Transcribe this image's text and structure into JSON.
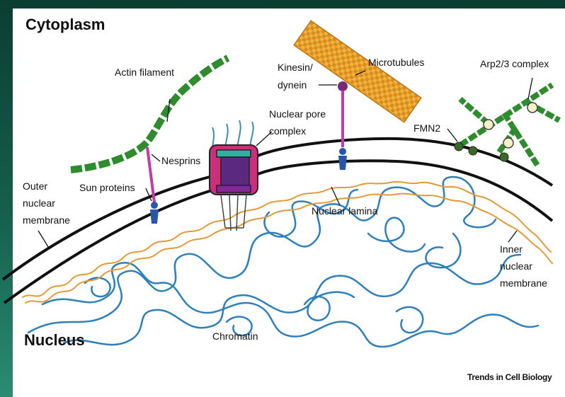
{
  "labels": {
    "cytoplasm": "Cytoplasm",
    "nucleus": "Nucleus",
    "actin_filament": "Actin filament",
    "kinesin": "Kinesin/",
    "dynein": "dynein",
    "microtubules": "Microtubules",
    "arp23": "Arp2/3 complex",
    "nuclear_pore_1": "Nuclear pore",
    "nuclear_pore_2": "complex",
    "fmn2": "FMN2",
    "nesprins": "Nesprins",
    "outer_1": "Outer",
    "outer_2": "nuclear",
    "outer_3": "membrane",
    "sun_proteins": "Sun proteins",
    "nuclear_lamina": "Nuclear lamina",
    "inner_1": "Inner",
    "inner_2": "nuclear",
    "inner_3": "membrane",
    "chromatin": "Chromatin",
    "credit": "Trends in Cell Biology"
  },
  "colors": {
    "membrane": "#111111",
    "actin": "#2e8b2e",
    "microtubule": "#e0a030",
    "nesprin": "#c23aa6",
    "sun": "#2a56a8",
    "lamina": "#e39a3a",
    "chromatin": "#2f7fb8",
    "pore_body": "#c8307a",
    "pore_ring": "#3d8fa8"
  }
}
